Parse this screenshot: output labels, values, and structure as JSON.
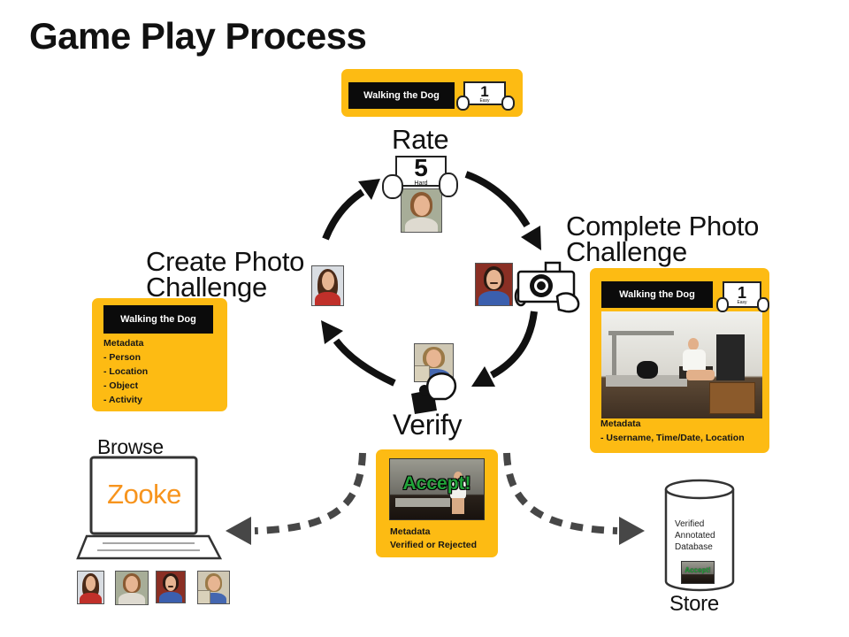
{
  "title": "Game Play Process",
  "colors": {
    "card_yellow": "#FDBB13",
    "accept_green": "#22A33A",
    "logo_orange": "#F7941D"
  },
  "icons": {
    "camera": "camera-icon",
    "stamp": "stamp-icon",
    "laptop": "laptop-icon",
    "database": "database-icon",
    "hand": "hand-icon"
  },
  "top_card": {
    "challenge": "Walking the Dog",
    "number": "1",
    "difficulty": "Easy"
  },
  "rate": {
    "label": "Rate",
    "number": "5",
    "difficulty": "Hard"
  },
  "complete": {
    "label": [
      "Complete Photo",
      "Challenge"
    ],
    "card": {
      "challenge": "Walking the Dog",
      "number": "1",
      "difficulty": "Easy",
      "metadata_title": "Metadata",
      "metadata": "- Username, Time/Date, Location"
    }
  },
  "create": {
    "label": [
      "Create Photo",
      "Challenge"
    ],
    "card": {
      "challenge": "Walking the Dog",
      "metadata_title": "Metadata",
      "metadata": [
        "- Person",
        "- Location",
        "- Object",
        "- Activity"
      ]
    }
  },
  "verify": {
    "label": "Verify",
    "card": {
      "stamp": "Accept!",
      "metadata_title": "Metadata",
      "metadata": "Verified or Rejected"
    }
  },
  "browse": {
    "label": "Browse",
    "logo": "Zooke"
  },
  "store": {
    "label": "Store",
    "database": [
      "Verified",
      "Annotated",
      "Database"
    ],
    "stamp": "Accept!"
  }
}
